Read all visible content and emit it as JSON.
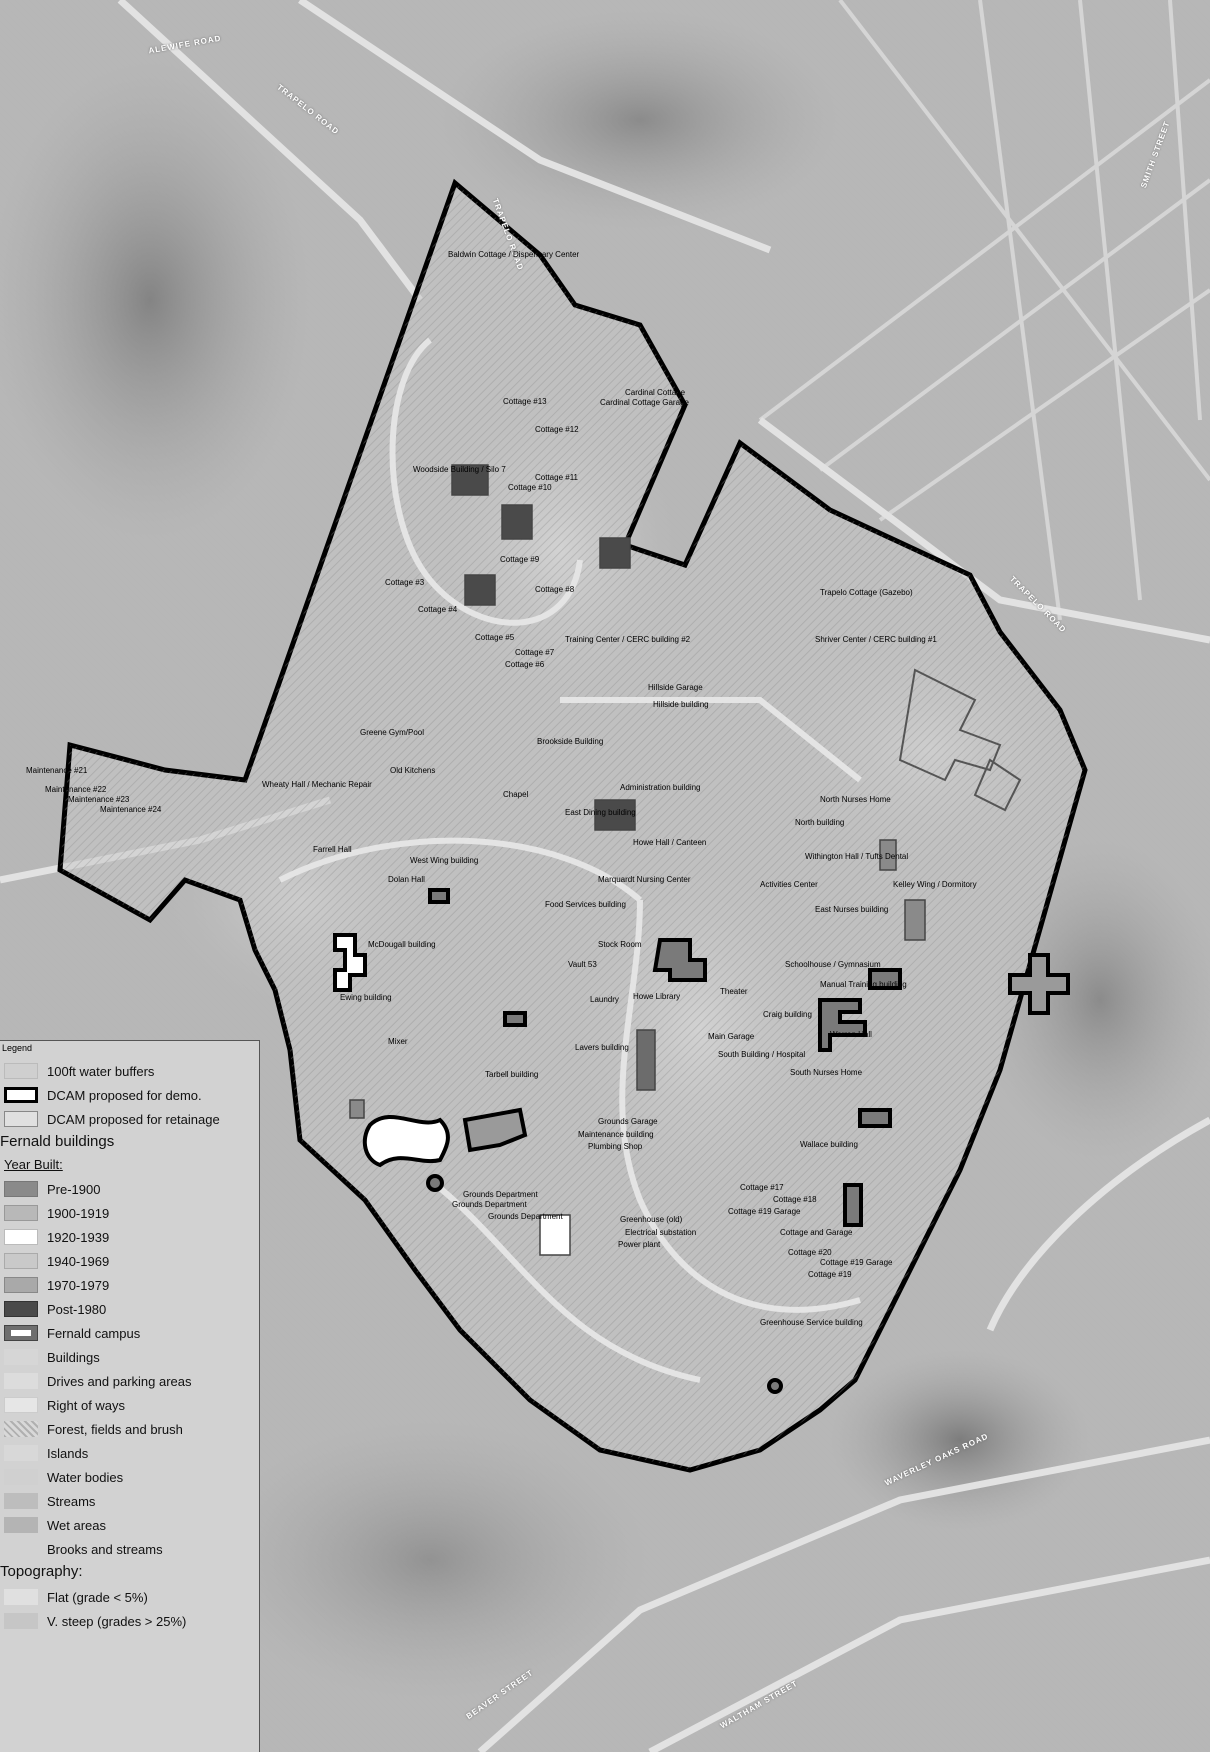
{
  "legend": {
    "title": "Legend",
    "water_buffers": "100ft water buffers",
    "demo": "DCAM proposed for demo.",
    "retainage": "DCAM proposed for retainage",
    "buildings_heading": "Fernald buildings",
    "year_built": "Year Built:",
    "years": [
      {
        "label": "Pre-1900",
        "color": "#8a8a8a"
      },
      {
        "label": "1900-1919",
        "color": "#b8b8b8"
      },
      {
        "label": "1920-1939",
        "color": "#ffffff"
      },
      {
        "label": "1940-1969",
        "color": "#c9c9c9"
      },
      {
        "label": "1970-1979",
        "color": "#a9a9a9"
      },
      {
        "label": "Post-1980",
        "color": "#4a4a4a"
      }
    ],
    "campus": "Fernald campus",
    "layers": [
      "Buildings",
      "Drives and parking areas",
      "Right of ways",
      "Forest, fields and brush",
      "Islands",
      "Water bodies",
      "Streams",
      "Wet areas",
      "Brooks and streams"
    ],
    "topo_heading": "Topography:",
    "topo": [
      "Flat (grade < 5%)",
      "V. steep (grades > 25%)"
    ]
  },
  "roads": [
    {
      "text": "ALEWIFE ROAD"
    },
    {
      "text": "TRAPELO ROAD"
    },
    {
      "text": "TRAPELO ROAD"
    },
    {
      "text": "SMITH STREET"
    },
    {
      "text": "TRAPELO ROAD"
    },
    {
      "text": "BEAVER STREET"
    },
    {
      "text": "WAVERLEY OAKS ROAD"
    },
    {
      "text": "WALTHAM STREET"
    }
  ],
  "buildings": [
    {
      "text": "Baldwin Cottage / Dispensary Center"
    },
    {
      "text": "Cardinal Cottage"
    },
    {
      "text": "Cardinal Cottage Garage"
    },
    {
      "text": "Cottage #13"
    },
    {
      "text": "Cottage #12"
    },
    {
      "text": "Woodside Building / Silo 7"
    },
    {
      "text": "Cottage #11"
    },
    {
      "text": "Cottage #10"
    },
    {
      "text": "Cottage #9"
    },
    {
      "text": "Cottage #3"
    },
    {
      "text": "Cottage #8"
    },
    {
      "text": "Cottage #4"
    },
    {
      "text": "Cottage #5"
    },
    {
      "text": "Training Center / CERC building #2"
    },
    {
      "text": "Cottage #7"
    },
    {
      "text": "Cottage #6"
    },
    {
      "text": "Trapelo Cottage (Gazebo)"
    },
    {
      "text": "Shriver Center / CERC building #1"
    },
    {
      "text": "Hillside Garage"
    },
    {
      "text": "Hillside building"
    },
    {
      "text": "Greene Gym/Pool"
    },
    {
      "text": "Brookside Building"
    },
    {
      "text": "Old Kitchens"
    },
    {
      "text": "Wheaty Hall / Mechanic Repair"
    },
    {
      "text": "Chapel"
    },
    {
      "text": "Administration building"
    },
    {
      "text": "Maintenance #21"
    },
    {
      "text": "Maintenance #22"
    },
    {
      "text": "Maintenance #23"
    },
    {
      "text": "Maintenance #24"
    },
    {
      "text": "East Dining building"
    },
    {
      "text": "North Nurses Home"
    },
    {
      "text": "North building"
    },
    {
      "text": "Farrell Hall"
    },
    {
      "text": "Howe Hall / Canteen"
    },
    {
      "text": "West Wing building"
    },
    {
      "text": "Withington Hall / Tufts Dental"
    },
    {
      "text": "Dolan Hall"
    },
    {
      "text": "Marquardt Nursing Center"
    },
    {
      "text": "Activities Center"
    },
    {
      "text": "Kelley Wing / Dormitory"
    },
    {
      "text": "Food Services building"
    },
    {
      "text": "East Nurses building"
    },
    {
      "text": "Stock Room"
    },
    {
      "text": "McDougall building"
    },
    {
      "text": "Vault 53"
    },
    {
      "text": "Schoolhouse / Gymnasium"
    },
    {
      "text": "Ewing building"
    },
    {
      "text": "Laundry"
    },
    {
      "text": "Howe Library"
    },
    {
      "text": "Theater"
    },
    {
      "text": "Manual Training building"
    },
    {
      "text": "Craig building"
    },
    {
      "text": "Warren Hall"
    },
    {
      "text": "Mixer"
    },
    {
      "text": "Main Garage"
    },
    {
      "text": "Lavers building"
    },
    {
      "text": "South Building / Hospital"
    },
    {
      "text": "South Nurses Home"
    },
    {
      "text": "Tarbell building"
    },
    {
      "text": "Grounds Garage"
    },
    {
      "text": "Maintenance building"
    },
    {
      "text": "Plumbing Shop"
    },
    {
      "text": "Wallace building"
    },
    {
      "text": "Grounds Department"
    },
    {
      "text": "Grounds Department"
    },
    {
      "text": "Grounds Department"
    },
    {
      "text": "Cottage #17"
    },
    {
      "text": "Cottage #18"
    },
    {
      "text": "Cottage #19 Garage"
    },
    {
      "text": "Greenhouse (old)"
    },
    {
      "text": "Electrical substation"
    },
    {
      "text": "Cottage and Garage"
    },
    {
      "text": "Power plant"
    },
    {
      "text": "Cottage #20"
    },
    {
      "text": "Cottage #19 Garage"
    },
    {
      "text": "Cottage #19"
    },
    {
      "text": "Greenhouse Service building"
    }
  ]
}
